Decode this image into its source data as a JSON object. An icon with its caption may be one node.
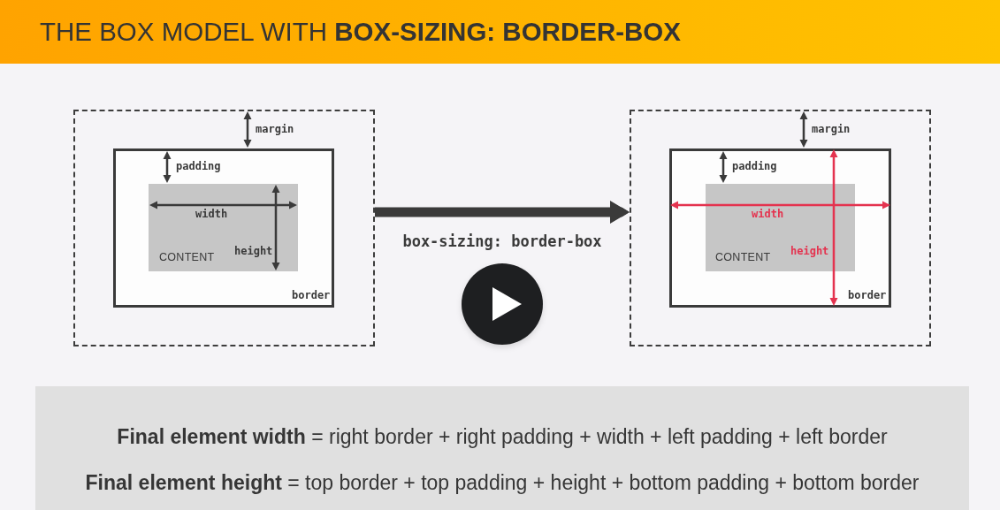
{
  "diagram": {
    "title": "THE BOX MODEL WITH **BOX-SIZING: BORDER-BOX**",
    "nodes": [
      {
        "text": [
          "margin"
        ]
      },
      {
        "text": [
          "padding",
          "border"
        ],
        "in": 0
      },
      {
        "text": [
          "width",
          "height",
          "CONTENT"
        ],
        "in": 1
      },
      {
        "text": [
          "margin"
        ]
      },
      {
        "text": [
          "padding",
          "border"
        ],
        "in": 3
      },
      {
        "text": [
          "width",
          "height",
          "CONTENT"
        ],
        "in": 4
      },
      {
        "text": [
          "**Final element width** = right border + right padding + width + left padding + left border",
          "**Final element height** = top border + top padding + height + bottom padding + bottom border"
        ]
      }
    ],
    "edges": [
      {
        "from": 0,
        "to": 3,
        "arrow": "to",
        "label": "box-sizing: border-box"
      }
    ]
  }
}
